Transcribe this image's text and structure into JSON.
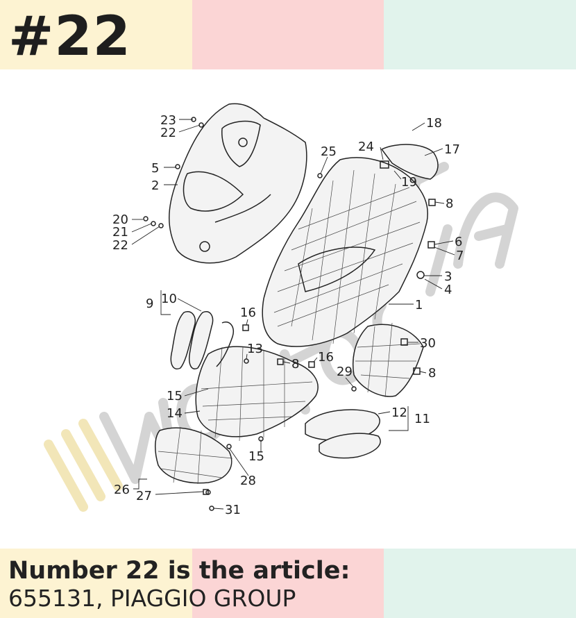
{
  "header": {
    "title": "#22"
  },
  "footer": {
    "line1": "Number 22 is the article:",
    "line2": "655131, PIAGGIO GROUP"
  },
  "colors": {
    "yellow": "#fdf3d2",
    "pink": "#fbd5d5",
    "mint": "#e1f3ec"
  },
  "diagram": {
    "callouts": {
      "c23": "23",
      "c22a": "22",
      "c5": "5",
      "c2": "2",
      "c20": "20",
      "c21": "21",
      "c22b": "22",
      "c25": "25",
      "c24": "24",
      "c18": "18",
      "c17": "17",
      "c19": "19",
      "c8a": "8",
      "c6": "6",
      "c7": "7",
      "c3": "3",
      "c4": "4",
      "c1": "1",
      "c9": "9",
      "c10": "10",
      "c16a": "16",
      "c13": "13",
      "c8b": "8",
      "c16b": "16",
      "c30": "30",
      "c8c": "8",
      "c29": "29",
      "c15a": "15",
      "c14": "14",
      "c12": "12",
      "c11": "11",
      "c15b": "15",
      "c28": "28",
      "c26": "26",
      "c27": "27",
      "c31": "31"
    }
  }
}
